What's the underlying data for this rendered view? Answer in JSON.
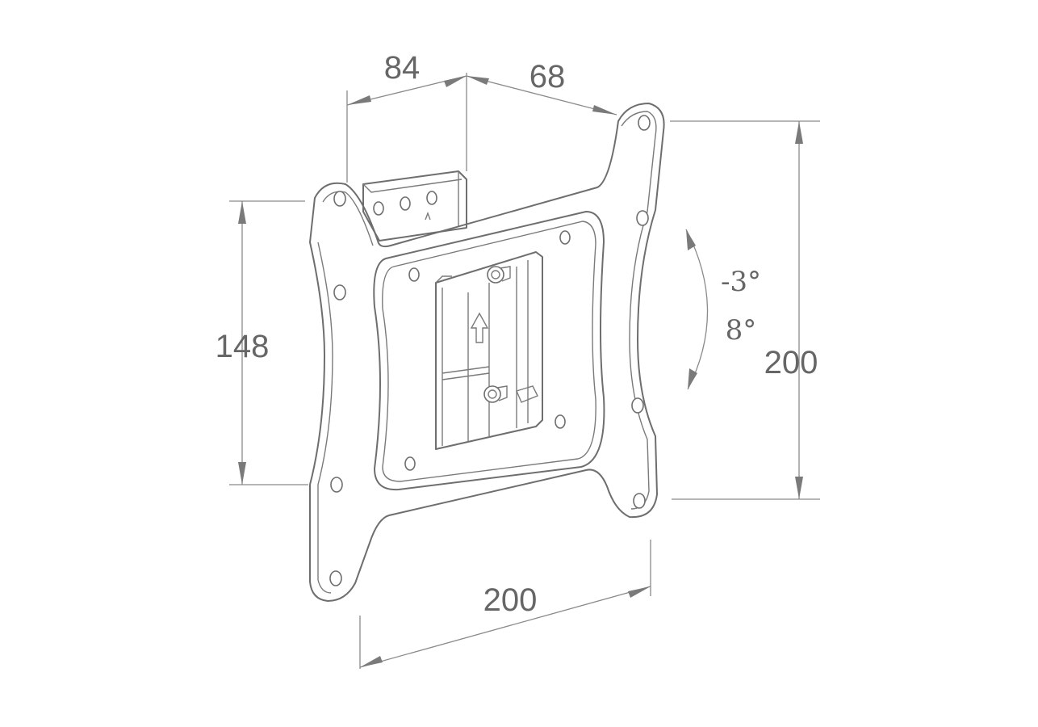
{
  "dimensions": {
    "top_left": "84",
    "top_right": "68",
    "left_height": "148",
    "right_height": "200",
    "bottom_width": "200"
  },
  "tilt": {
    "up": "-3°",
    "down": "8°"
  },
  "colors": {
    "line": "#6e6e6e",
    "text": "#666666",
    "background": "#ffffff"
  },
  "icons": [
    "up-arrow-icon"
  ]
}
